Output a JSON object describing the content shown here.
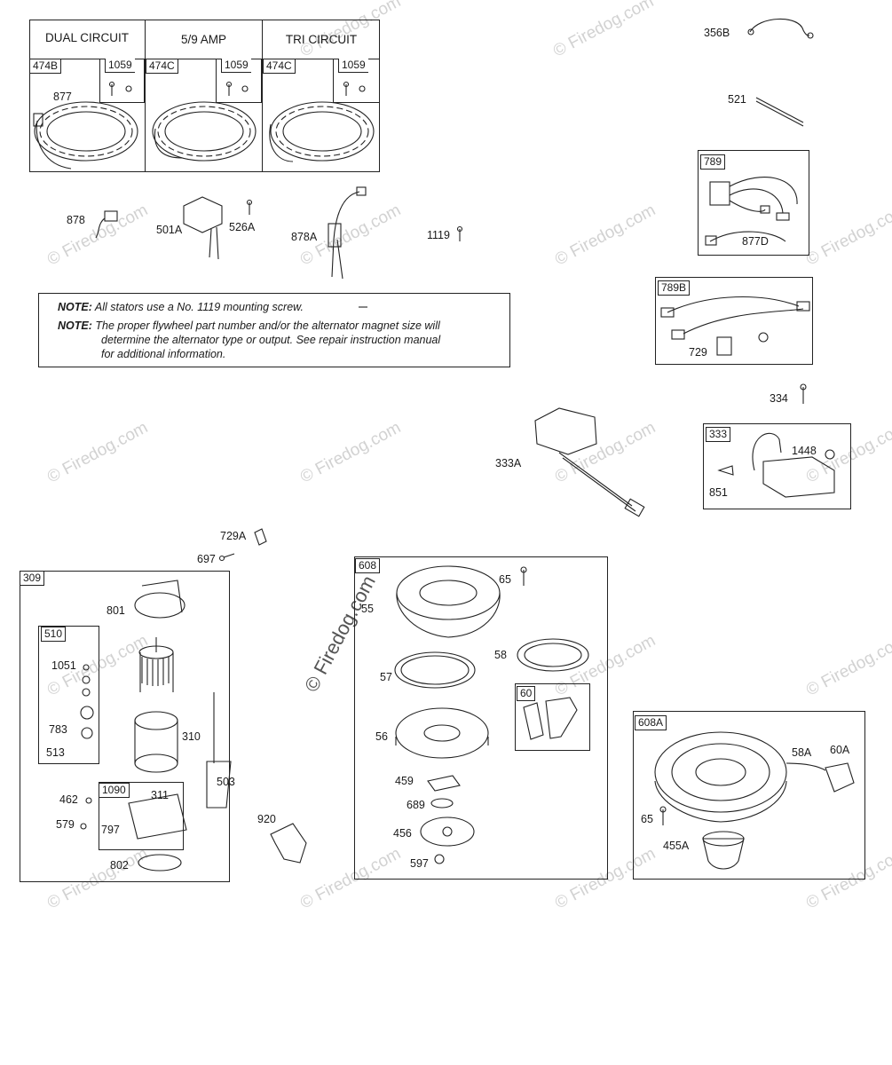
{
  "stator_headers": [
    "DUAL CIRCUIT",
    "5/9 AMP",
    "TRI CIRCUIT"
  ],
  "stator_tags": [
    "474B",
    "1059",
    "474C",
    "1059",
    "474C",
    "1059"
  ],
  "notes": {
    "prefix": "NOTE:",
    "line1": "All stators use a No. 1119 mounting screw.",
    "line2a": "The proper flywheel part number and/or the alternator magnet size will",
    "line2b": "determine the alternator type or output. See repair instruction manual",
    "line2c": "for additional information."
  },
  "group_tags": {
    "g789": "789",
    "g789b": "789B",
    "g333": "333",
    "g309": "309",
    "g510": "510",
    "g1090": "1090",
    "g608": "608",
    "g60": "60",
    "g608a": "608A"
  },
  "parts": {
    "p877": "877",
    "p878": "878",
    "p501a": "501A",
    "p526a": "526A",
    "p878a": "878A",
    "p1119": "1119",
    "p356b": "356B",
    "p521": "521",
    "p877d": "877D",
    "p729": "729",
    "p334": "334",
    "p1448": "1448",
    "p851": "851",
    "p333a": "333A",
    "p729a": "729A",
    "p697": "697",
    "p801": "801",
    "p1051": "1051",
    "p783": "783",
    "p513": "513",
    "p310": "310",
    "p503": "503",
    "p462": "462",
    "p579": "579",
    "p311": "311",
    "p797": "797",
    "p802": "802",
    "p920": "920",
    "p65a": "65",
    "p55": "55",
    "p58": "58",
    "p57": "57",
    "p56": "56",
    "p459": "459",
    "p689": "689",
    "p456": "456",
    "p597": "597",
    "p58a": "58A",
    "p60a": "60A",
    "p65b": "65",
    "p455a": "455A"
  },
  "watermark": "© Firedog.com",
  "icons": [
    "stator-icon",
    "screw-icon",
    "nut-icon",
    "connector-icon",
    "module-icon",
    "wire-harness-icon",
    "ignition-coil-icon",
    "starter-motor-icon",
    "recoil-cover-icon",
    "pulley-icon",
    "spring-icon",
    "handle-icon"
  ]
}
